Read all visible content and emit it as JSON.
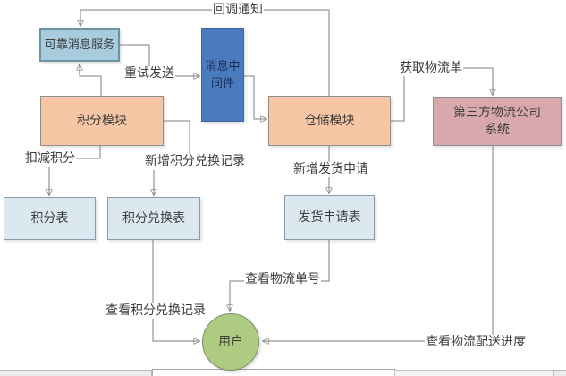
{
  "diagram": {
    "nodes": {
      "reliable_message_service": {
        "label": "可靠消息服务"
      },
      "message_middleware": {
        "label_line1": "消息中",
        "label_line2": "间件"
      },
      "points_module": {
        "label": "积分模块"
      },
      "warehouse_module": {
        "label": "仓储模块"
      },
      "third_party_logistics": {
        "label_line1": "第三方物流公司",
        "label_line2": "系统"
      },
      "points_table": {
        "label": "积分表"
      },
      "points_exchange_table": {
        "label": "积分兑换表"
      },
      "ship_request_table": {
        "label": "发货申请表"
      },
      "user": {
        "label": "用户"
      }
    },
    "edge_labels": {
      "callback_notice": "回调通知",
      "retry_send": "重试发送",
      "get_waybill": "获取物流单",
      "deduct_points": "扣减积分",
      "add_points_exchange_record": "新增积分兑换记录",
      "add_ship_request": "新增发货申请",
      "view_waybill_number": "查看物流单号",
      "view_points_exchange_records": "查看积分兑换记录",
      "view_delivery_progress": "查看物流配送进度"
    },
    "colors": {
      "module_fill": "#f6c6a5",
      "table_fill": "#dbe8f0",
      "middleware_fill": "#4a7bbf",
      "reliable_service_fill": "#a8ccdd",
      "logistics_fill": "#d8a8ad",
      "user_fill": "#aecb82",
      "connector": "#7f7f7f"
    }
  }
}
